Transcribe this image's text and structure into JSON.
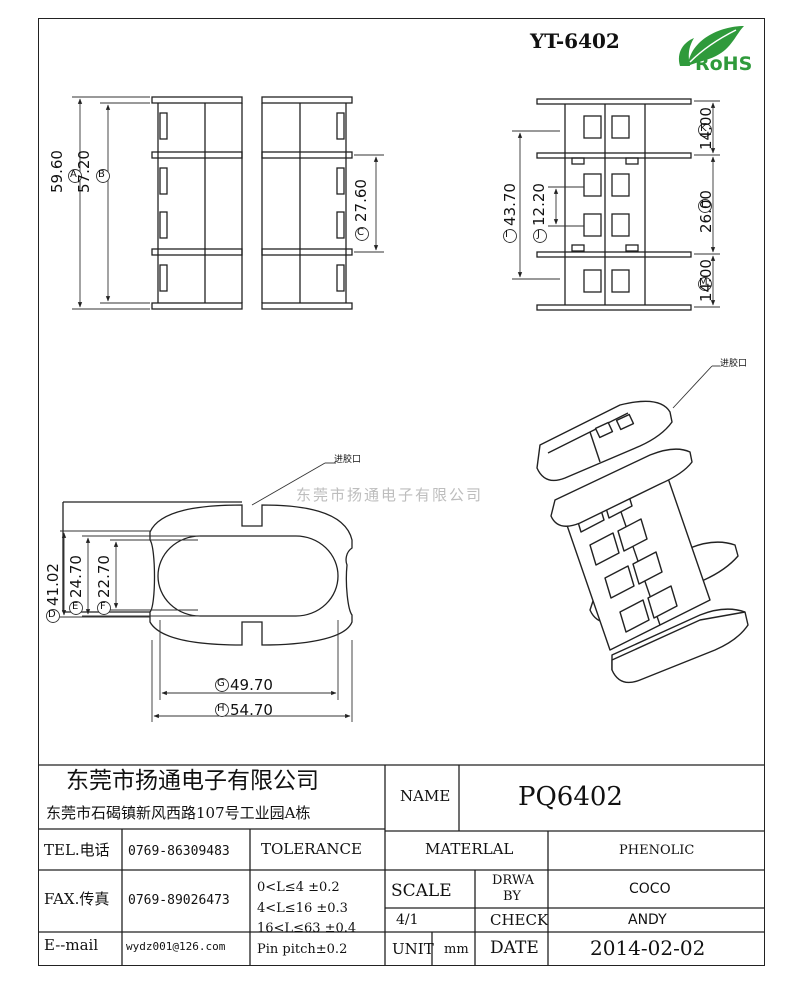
{
  "model_code": "YT-6402",
  "rohs_label": "RoHS",
  "dims": {
    "A": "59.60",
    "B": "57.20",
    "C": "27.60",
    "D": "41.02",
    "E": "24.70",
    "F": "22.70",
    "G": "49.70",
    "H": "54.70",
    "I": "43.70",
    "J": "12.20",
    "K": "14.00",
    "L": "26.00",
    "M": "14.00"
  },
  "dim_letters": {
    "A": "A",
    "B": "B",
    "C": "C",
    "D": "D",
    "E": "E",
    "F": "F",
    "G": "G",
    "H": "H",
    "I": "I",
    "J": "J",
    "K": "K",
    "L": "L",
    "M": "M"
  },
  "gate_label": "进胶口",
  "gate_label_top": "进胶口",
  "watermark": "东莞市扬通电子有限公司",
  "title_block": {
    "company": "东莞市扬通电子有限公司",
    "address": "东莞市石碣镇新风西路107号工业园A栋",
    "tel_label": "TEL.电话",
    "tel": "0769-86309483",
    "fax_label": "FAX.传真",
    "fax": "0769-89026473",
    "email_label": "E--mail",
    "email": "wydz001@126.com",
    "tolerance_label": "TOLERANCE",
    "tol_1": "0<L≤4 ±0.2",
    "tol_2": "4<L≤16 ±0.3",
    "tol_3": "16<L≤63 ±0.4",
    "pin_pitch": "Pin pitch±0.2",
    "name_label": "NAME",
    "name": "PQ6402",
    "material_label": "MATERLAL",
    "material": "PHENOLIC",
    "scale_label": "SCALE",
    "scale": "4/1",
    "drawn_label_1": "DRWA",
    "drawn_label_2": "BY",
    "drawn_by": "COCO",
    "check_label": "CHECK",
    "checked_by": "ANDY",
    "unit_label": "UNIT",
    "unit": "mm",
    "date_label": "DATE",
    "date": "2014-02-02"
  }
}
